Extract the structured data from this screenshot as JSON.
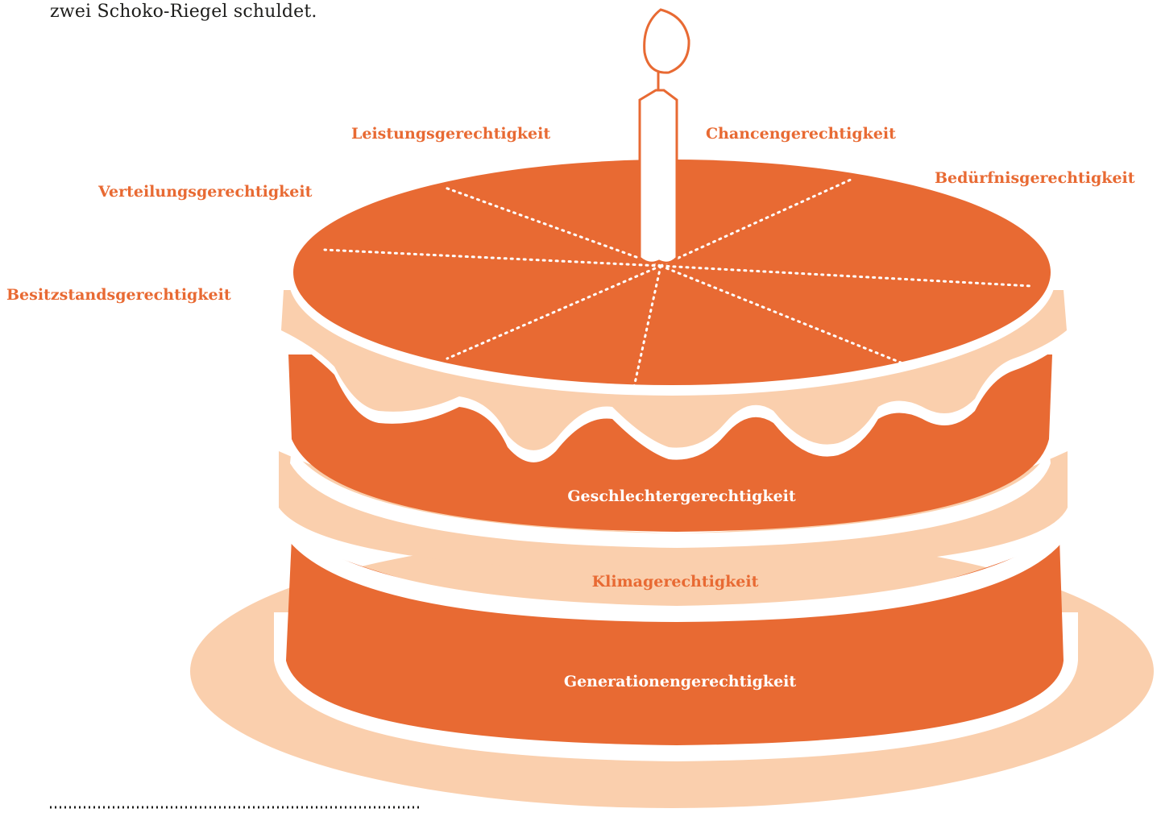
{
  "intro_text": "zwei Schoko-Riegel schuldet.",
  "colors": {
    "cake_orange": "#e86a33",
    "cake_cream": "#facfad",
    "background": "#ffffff"
  },
  "slice_labels": {
    "leistung": "Leistungsgerechtigkeit",
    "chancen": "Chancengerechtigkeit",
    "beduerfnis": "Bedürfnisgerechtigkeit",
    "verteilung": "Verteilungsgerechtigkeit",
    "besitzstand": "Besitzstandsgerechtigkeit"
  },
  "layer_labels": {
    "geschlechter": "Geschlechtergerechtigkeit",
    "klima": "Klimagerechtigkeit",
    "generationen": "Generationengerechtigkeit"
  },
  "icons": [
    "candle-icon",
    "flame-icon",
    "cake-plate-icon"
  ]
}
